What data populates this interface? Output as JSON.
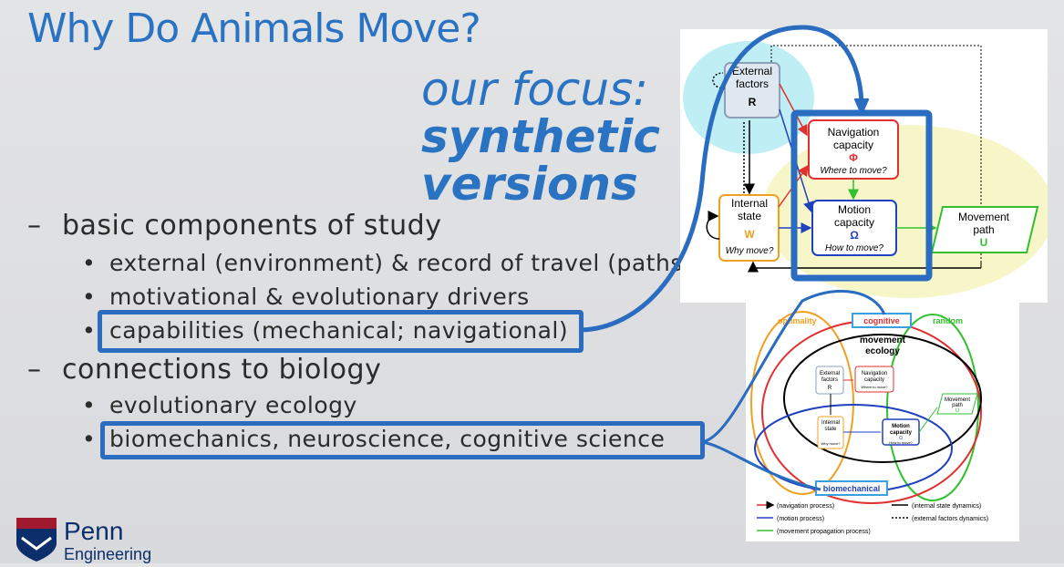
{
  "slide": {
    "title": "Why Do Animals Move?",
    "focus": {
      "line1": "our focus:",
      "line2": "synthetic",
      "line3": "versions"
    },
    "bullets": [
      {
        "text": "basic components of study",
        "level": 1
      },
      {
        "text": "external (environment) & record of travel (paths)",
        "level": 2
      },
      {
        "text": "motivational & evolutionary drivers",
        "level": 2
      },
      {
        "text": "capabilities (mechanical; navigational)",
        "level": 2
      },
      {
        "text": "connections to biology",
        "level": 1
      },
      {
        "text": "evolutionary ecology",
        "level": 2
      },
      {
        "text": "biomechanics, neuroscience, cognitive science",
        "level": 2
      }
    ],
    "dash": "–",
    "dot": "•"
  },
  "diagram1": {
    "external": {
      "l1": "External",
      "l2": "factors",
      "sym": "R"
    },
    "navigation": {
      "l1": "Navigation",
      "l2": "capacity",
      "sym": "Φ",
      "q": "Where to move?"
    },
    "internal": {
      "l1": "Internal",
      "l2": "state",
      "sym": "W",
      "q": "Why move?"
    },
    "motion": {
      "l1": "Motion",
      "l2": "capacity",
      "sym": "Ω",
      "q": "How to move?"
    },
    "movement": {
      "l1": "Movement",
      "l2": "path",
      "sym": "U"
    }
  },
  "diagram2": {
    "optimality": "optimality",
    "cognitive": "cognitive",
    "random": "random",
    "biomechanical": "biomechanical",
    "movement_ecology": {
      "l1": "movement",
      "l2": "ecology"
    },
    "ext": {
      "l1": "External",
      "l2": "factors",
      "sym": "R"
    },
    "nav": {
      "l1": "Navigation",
      "l2": "capacity",
      "q": "Where to move?"
    },
    "int": {
      "l1": "Internal",
      "l2": "state",
      "q": "Why move?"
    },
    "mot": {
      "l1": "Motion",
      "l2": "capacity",
      "sym": "Ω",
      "q": "How to move?"
    },
    "mov": {
      "l1": "Movement",
      "l2": "path",
      "sym": "U"
    },
    "legend": [
      "(navigation process)",
      "(internal state dynamics)",
      "(motion process)",
      "(external factors dynamics)",
      "(movement propagation process)"
    ],
    "legend_colors": [
      "#e03030",
      "#000000",
      "#2040c0",
      "#000000",
      "#30c030"
    ]
  },
  "logo": {
    "name": "Penn",
    "sub": "Engineering"
  },
  "colors": {
    "accent": "#2a72c2",
    "highlight": "#2a6cbf"
  }
}
